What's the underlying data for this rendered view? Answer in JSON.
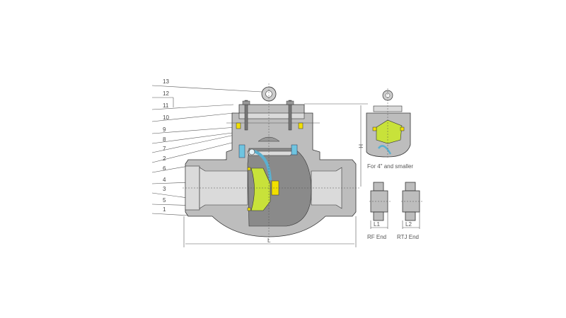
{
  "part_labels": [
    "13",
    "12",
    "11",
    "10",
    "9",
    "8",
    "7",
    "2",
    "6",
    "4",
    "3",
    "5",
    "1"
  ],
  "dimensions": {
    "length": "L",
    "height": "H",
    "l1": "L1",
    "l2": "L2"
  },
  "inset_caption": "For 4\" and smaller",
  "end_types": {
    "rf": "RF End",
    "rtj": "RTJ End"
  },
  "colors": {
    "disc": "#c8e23a",
    "gasket": "#f2e000",
    "hinge": "#6fc4e0",
    "body": "#bdbdbd"
  }
}
